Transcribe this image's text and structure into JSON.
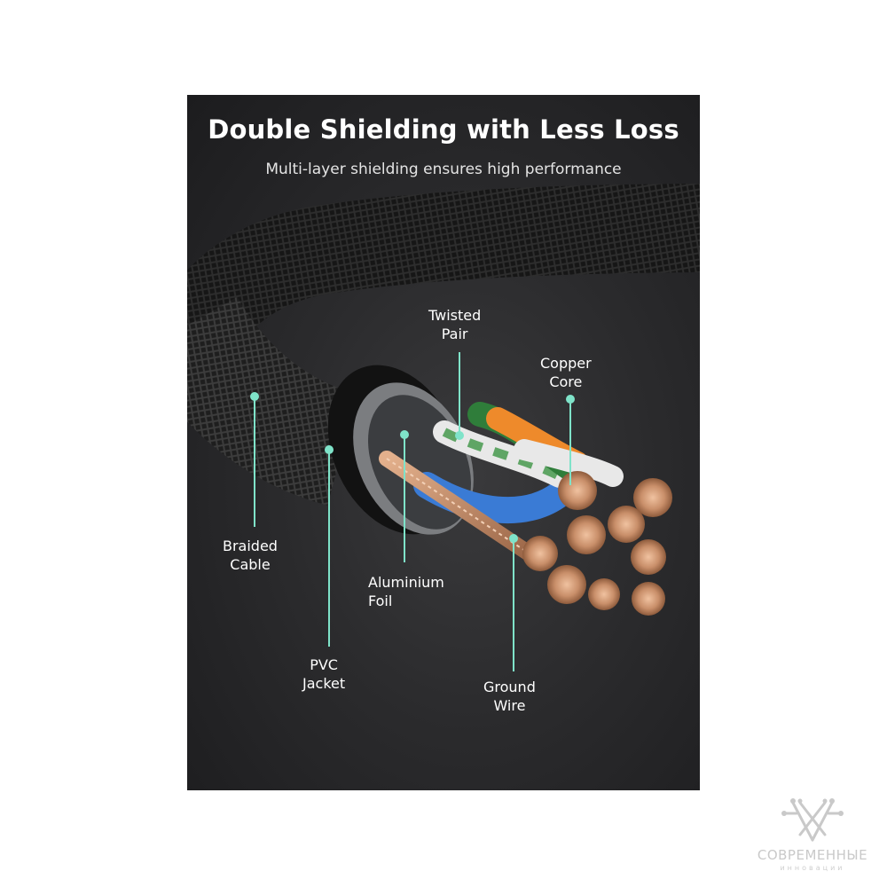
{
  "headline": "Double Shielding with Less Loss",
  "subline": "Multi-layer shielding ensures high performance",
  "labels": {
    "twisted_pair": [
      "Twisted",
      "Pair"
    ],
    "copper_core": [
      "Copper",
      "Core"
    ],
    "braided_cable": [
      "Braided",
      "Cable"
    ],
    "aluminium_foil": [
      "Aluminium",
      "Foil"
    ],
    "pvc_jacket": [
      "PVC",
      "Jacket"
    ],
    "ground_wire": [
      "Ground",
      "Wire"
    ]
  },
  "watermark": {
    "line1": "СОВРЕМЕННЫЕ",
    "line2": "инновации"
  },
  "colors": {
    "accent_teal": "#7fe3c9",
    "copper": "#c98f6a",
    "panel_dark": "#2b2b2d"
  }
}
